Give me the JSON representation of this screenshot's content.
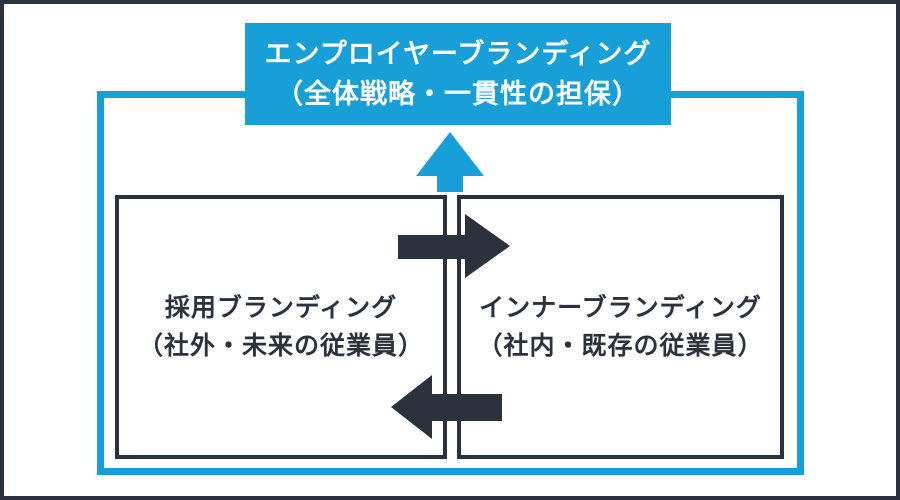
{
  "diagram": {
    "title_box": {
      "line1": "エンプロイヤーブランディング",
      "line2": "（全体戦略・一貫性の担保）"
    },
    "left_box": {
      "line1": "採用ブランディング",
      "line2": "（社外・未来の従業員）"
    },
    "right_box": {
      "line1": "インナーブランディング",
      "line2": "（社内・既存の従業員）"
    },
    "icons": {
      "up_arrow": "up-arrow-icon",
      "right_arrow": "right-arrow-icon",
      "left_arrow": "left-arrow-icon"
    },
    "colors": {
      "accent_blue": "#189fd8",
      "dark": "#2a333d",
      "background": "#ffffff",
      "title_text": "#ffffff"
    }
  }
}
